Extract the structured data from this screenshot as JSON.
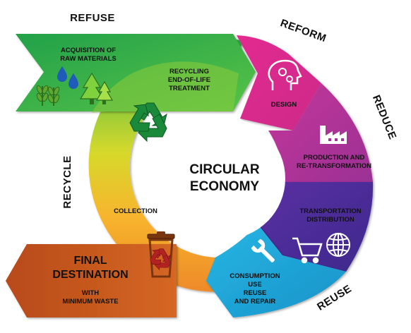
{
  "stages": {
    "refuse": "REFUSE",
    "reform": "REFORM",
    "reduce": "REDUCE",
    "reuse": "REUSE",
    "recycle": "RECYCLE"
  },
  "center": {
    "line1": "CIRCULAR",
    "line2": "ECONOMY"
  },
  "segments": {
    "acquisition": {
      "line1": "ACQUISITION OF",
      "line2": "RAW MATERIALS"
    },
    "recycling": {
      "line1": "RECYCLING",
      "line2": "END-OF-LIFE",
      "line3": "TREATMENT"
    },
    "design": {
      "line1": "DESIGN"
    },
    "production": {
      "line1": "PRODUCTION AND",
      "line2": "RE-TRANSFORMATION"
    },
    "transportation": {
      "line1": "TRANSPORTATION",
      "line2": "DISTRIBUTION"
    },
    "consumption": {
      "line1": "CONSUMPTION",
      "line2": "USE",
      "line3": "REUSE",
      "line4": "AND REPAIR"
    },
    "collection": {
      "line1": "COLLECTION"
    }
  },
  "final_destination": {
    "line1": "FINAL",
    "line2": "DESTINATION",
    "line3": "WITH",
    "line4": "MINIMUM WASTE"
  },
  "colors": {
    "green": "#3dbb4a",
    "yellow_green": "#b7d632",
    "magenta": "#e0268c",
    "purple_pink": "#a6359a",
    "indigo": "#4a2e9a",
    "cyan": "#1aa6d8",
    "orange": "#f39b2a",
    "brown": "#c4571e"
  },
  "icons": [
    "water-drops-icon",
    "wheat-icon",
    "trees-icon",
    "recycle-icon",
    "brain-gears-icon",
    "factory-icon",
    "shopping-cart-icon",
    "globe-icon",
    "wrench-icon",
    "recycle-bin-icon"
  ]
}
